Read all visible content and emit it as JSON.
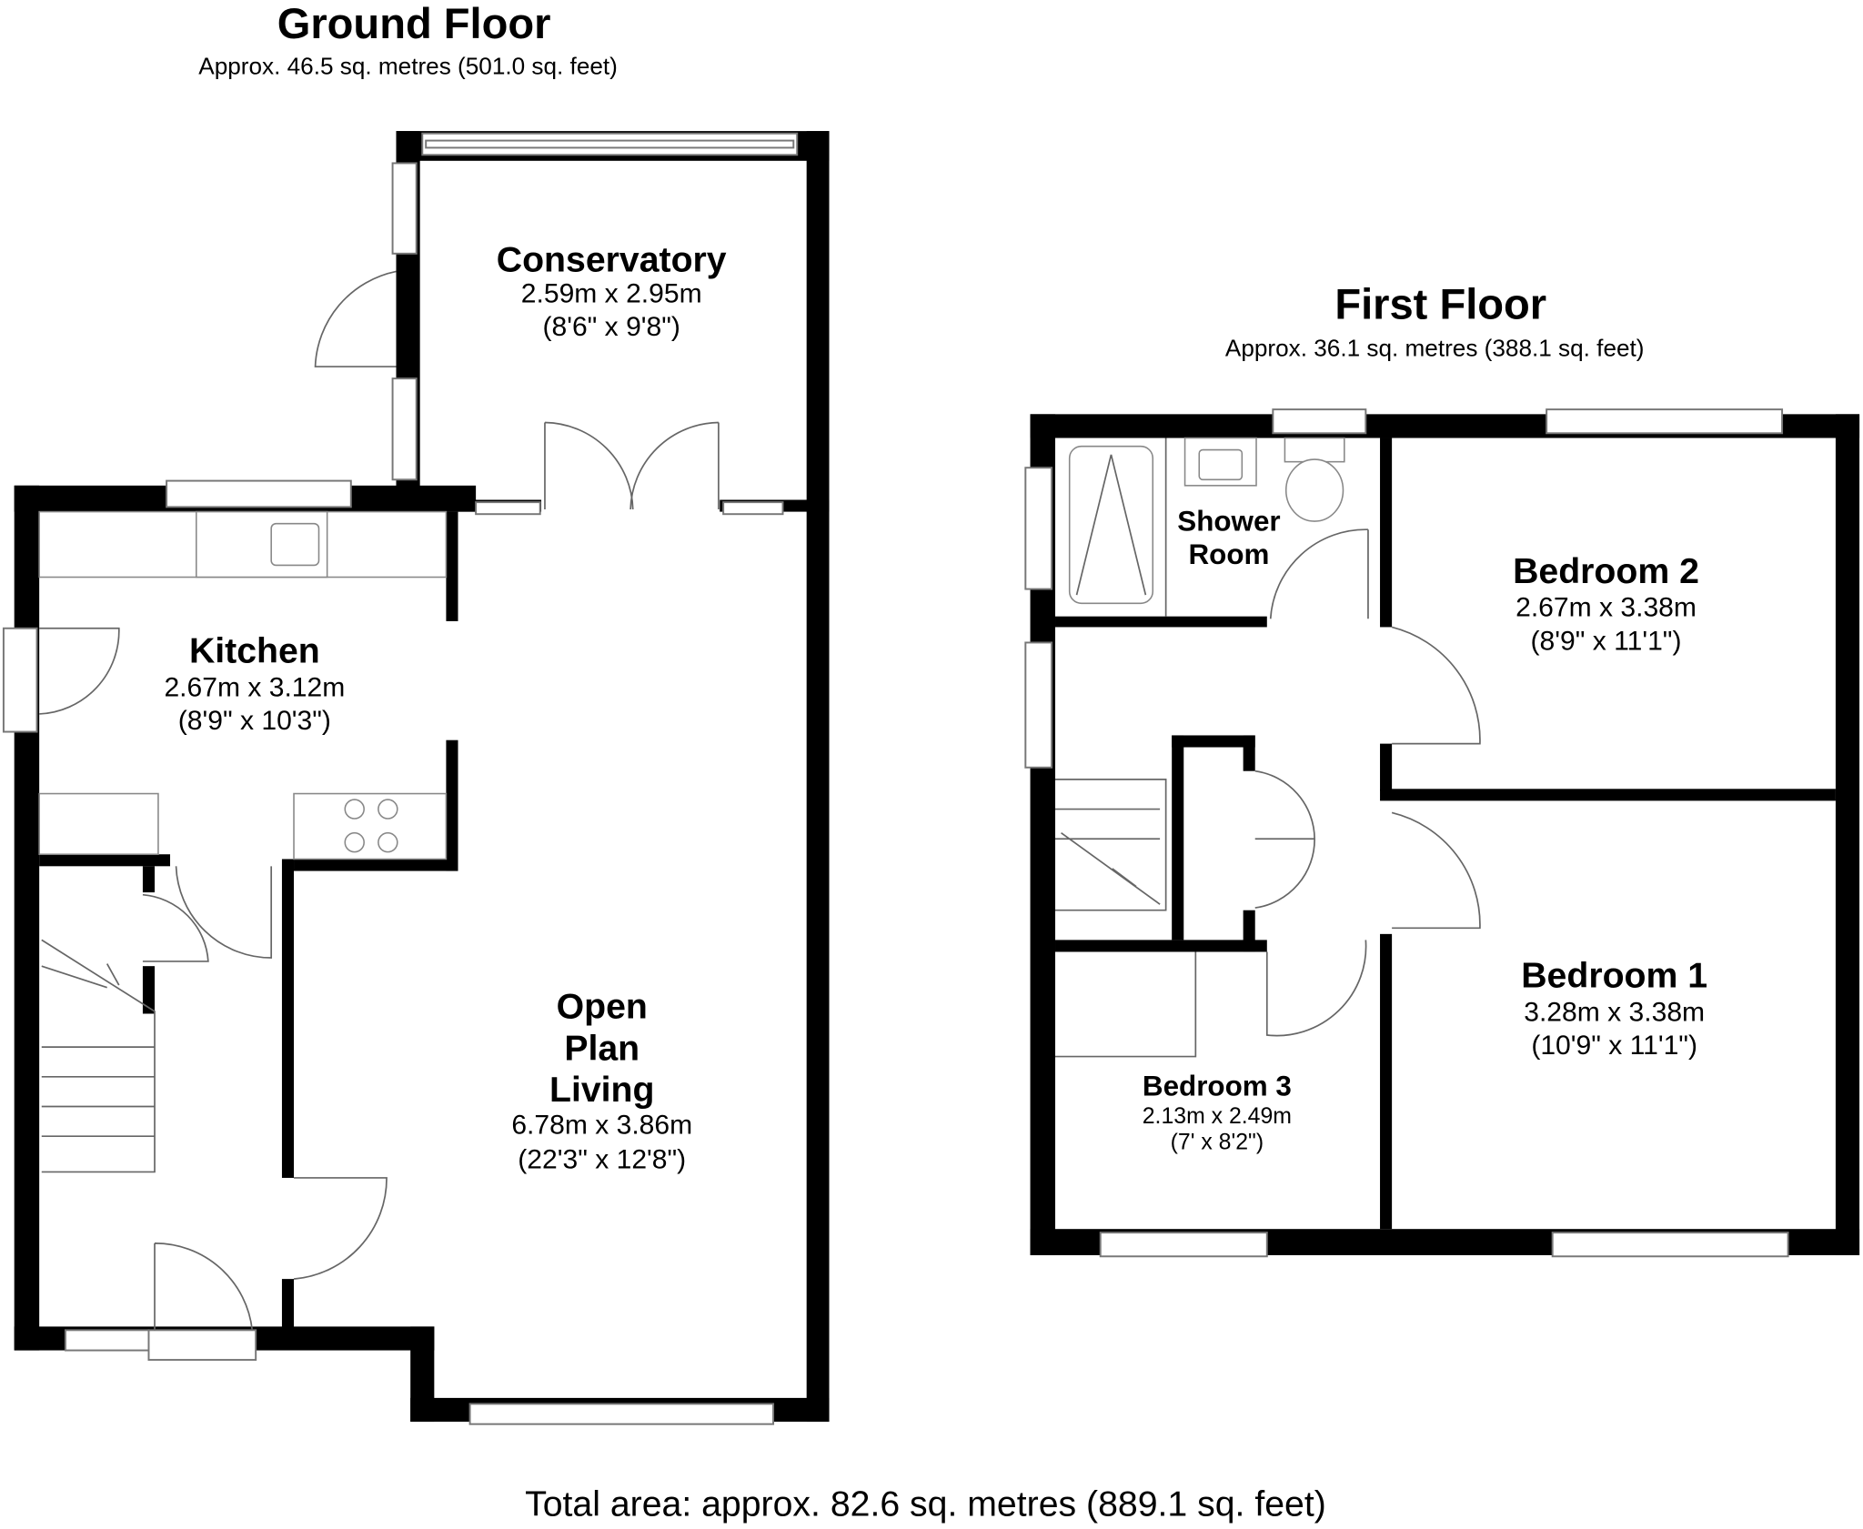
{
  "ground_floor": {
    "title": "Ground Floor",
    "area": "Approx. 46.5 sq. metres (501.0 sq. feet)",
    "rooms": {
      "conservatory": {
        "name": "Conservatory",
        "metric": "2.59m x 2.95m",
        "imperial": "(8'6\" x 9'8\")"
      },
      "kitchen": {
        "name": "Kitchen",
        "metric": "2.67m x 3.12m",
        "imperial": "(8'9\" x 10'3\")"
      },
      "living": {
        "name_lines": [
          "Open",
          "Plan",
          "Living"
        ],
        "metric": "6.78m x 3.86m",
        "imperial": "(22'3\" x 12'8\")"
      }
    }
  },
  "first_floor": {
    "title": "First Floor",
    "area": "Approx. 36.1 sq. metres (388.1 sq. feet)",
    "rooms": {
      "shower": {
        "name_lines": [
          "Shower",
          "Room"
        ]
      },
      "bedroom2": {
        "name": "Bedroom 2",
        "metric": "2.67m x 3.38m",
        "imperial": "(8'9\" x 11'1\")"
      },
      "bedroom1": {
        "name": "Bedroom 1",
        "metric": "3.28m x 3.38m",
        "imperial": "(10'9\" x 11'1\")"
      },
      "bedroom3": {
        "name": "Bedroom 3",
        "metric": "2.13m x 2.49m",
        "imperial": "(7' x 8'2\")"
      }
    }
  },
  "total_area": "Total area: approx. 82.6 sq. metres (889.1 sq. feet)"
}
